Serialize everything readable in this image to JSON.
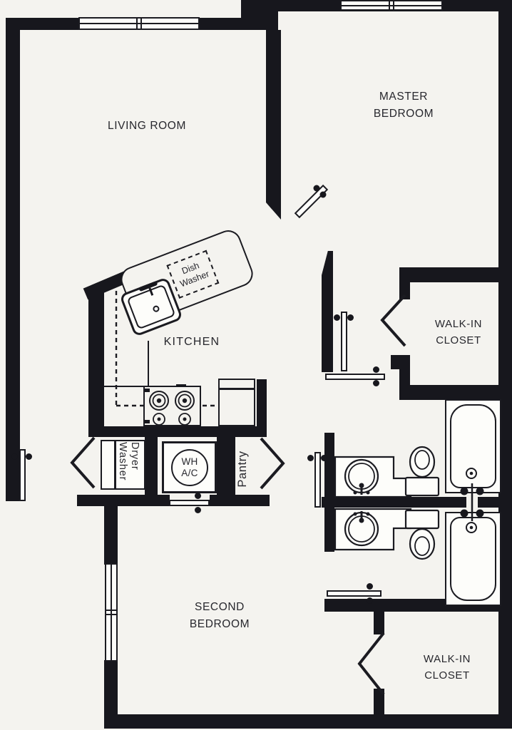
{
  "colors": {
    "wall": "#17171d",
    "paper": "#f4f3ef",
    "line": "#1b1b21",
    "text": "#27272d",
    "fixture": "#fdfdfa"
  },
  "rooms": {
    "living_room": "LIVING ROOM",
    "master_bedroom": "MASTER BEDROOM",
    "kitchen": "KITCHEN",
    "walk_in_closet_master": "WALK-IN CLOSET",
    "walk_in_closet_second": "WALK-IN CLOSET",
    "second_bedroom": "SECOND BEDROOM",
    "pantry": "Pantry"
  },
  "fixtures": {
    "dishwasher": "Dish Washer",
    "washer": "Washer",
    "dryer": "Dryer",
    "water_heater_ac": "WH A/C"
  }
}
